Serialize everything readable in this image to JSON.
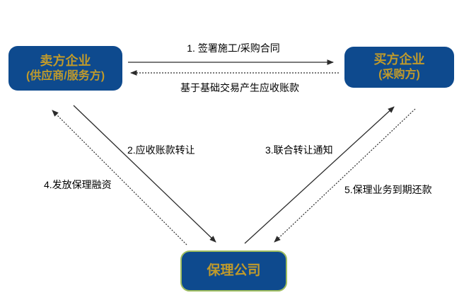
{
  "colors": {
    "background": "#FFFFFF",
    "node_fill": "#0E4A8E",
    "node_text": "#C09A2B",
    "factor_border": "#9EBC5F",
    "arrow": "#2B2B2B",
    "label_text": "#000000"
  },
  "nodes": {
    "seller": {
      "line1": "卖方企业",
      "line2": "(供应商/服务方)"
    },
    "buyer": {
      "line1": "买方企业",
      "line2": "(采购方)"
    },
    "factor": {
      "label": "保理公司"
    }
  },
  "edges": {
    "contract": {
      "label": "1. 签署施工/采购合同",
      "style": "solid",
      "from": "seller",
      "to": "buyer"
    },
    "receivable": {
      "label": "基于基础交易产生应收账款",
      "style": "dotted",
      "from": "buyer",
      "to": "seller"
    },
    "transfer": {
      "label": "2.应收账款转让",
      "style": "solid",
      "from": "seller",
      "to": "factor"
    },
    "notice": {
      "label": "3.联合转让通知",
      "style": "solid",
      "from": "factor",
      "to": "buyer"
    },
    "financing": {
      "label": "4.发放保理融资",
      "style": "dotted",
      "from": "factor",
      "to": "seller"
    },
    "repayment": {
      "label": "5.保理业务到期还款",
      "style": "dotted",
      "from": "buyer",
      "to": "factor"
    }
  }
}
